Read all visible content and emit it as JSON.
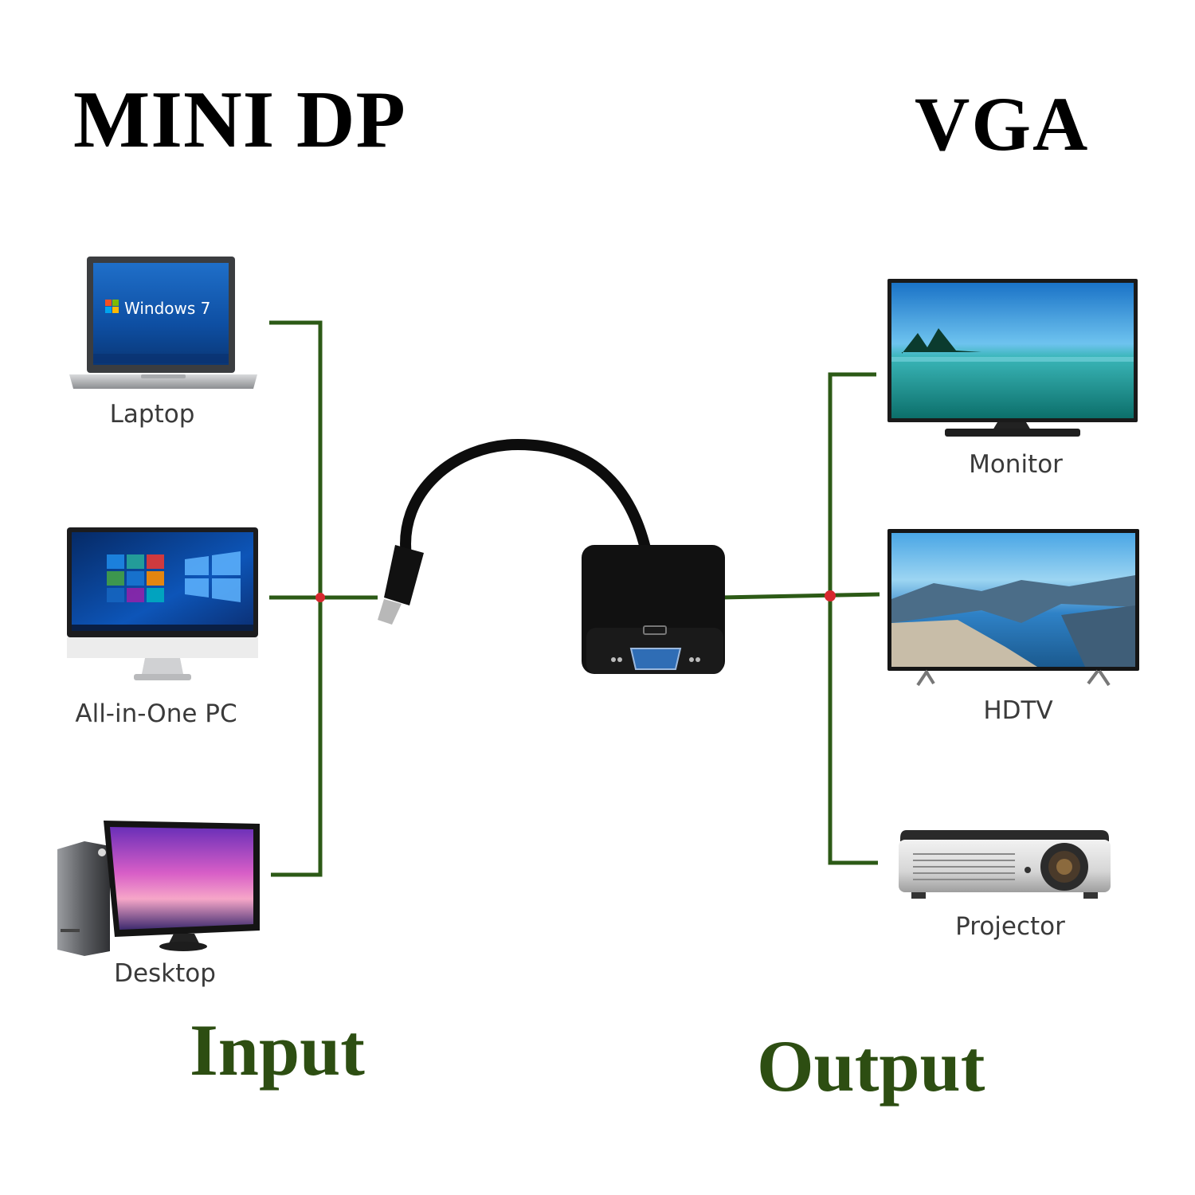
{
  "titles": {
    "input_interface": "MINI DP",
    "output_interface": "VGA"
  },
  "laptop_screen_text": "Windows 7",
  "inputs": [
    {
      "label": "Laptop"
    },
    {
      "label": "All-in-One PC"
    },
    {
      "label": "Desktop"
    }
  ],
  "outputs": [
    {
      "label": "Monitor"
    },
    {
      "label": "HDTV"
    },
    {
      "label": "Projector"
    }
  ],
  "footer": {
    "input_label": "Input",
    "output_label": "Output"
  },
  "colors": {
    "connector_line": "#2c5a16",
    "junction_dot": "#d7282f",
    "footer_text": "#2d4e12",
    "title_text": "#000000",
    "adapter_body": "#111111",
    "vga_port": "#2f6db5"
  }
}
